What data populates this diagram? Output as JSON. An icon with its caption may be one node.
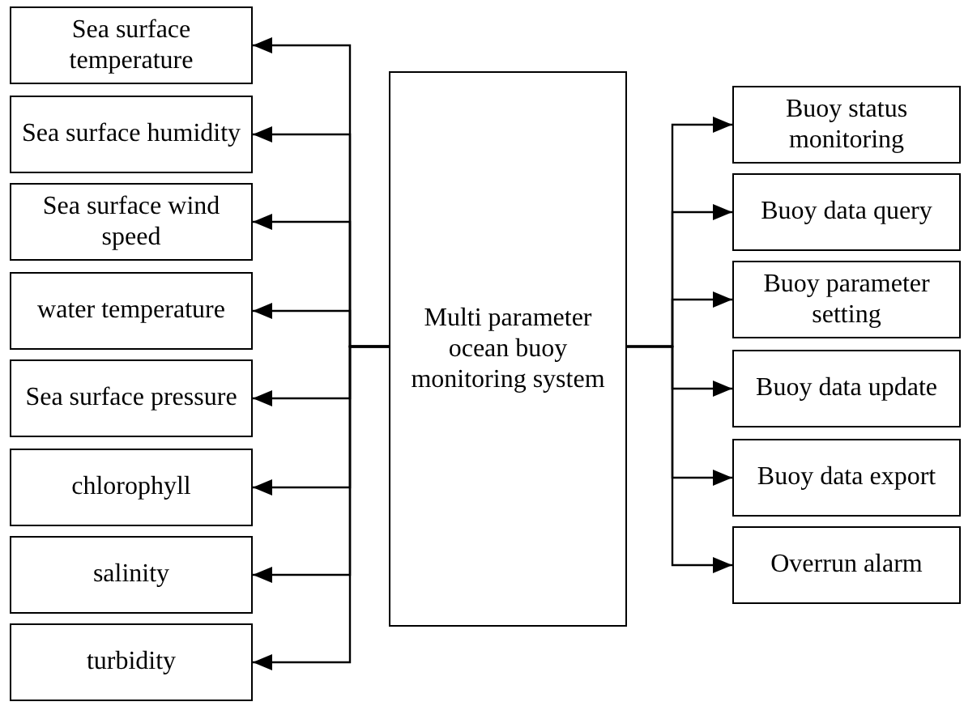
{
  "diagram": {
    "nodes": [
      {
        "text": [
          "Sea surface temperature"
        ]
      },
      {
        "text": [
          "Sea surface humidity"
        ]
      },
      {
        "text": [
          "Sea surface wind speed"
        ]
      },
      {
        "text": [
          "water temperature"
        ]
      },
      {
        "text": [
          "Sea surface pressure"
        ]
      },
      {
        "text": [
          "chlorophyll"
        ]
      },
      {
        "text": [
          "salinity"
        ]
      },
      {
        "text": [
          "turbidity"
        ]
      },
      {
        "text": [
          "Multi parameter ocean buoy monitoring system"
        ]
      },
      {
        "text": [
          "Buoy status monitoring"
        ]
      },
      {
        "text": [
          "Buoy data query"
        ]
      },
      {
        "text": [
          "Buoy parameter setting"
        ]
      },
      {
        "text": [
          "Buoy data update"
        ]
      },
      {
        "text": [
          "Buoy data export"
        ]
      },
      {
        "text": [
          "Overrun alarm"
        ]
      }
    ],
    "edges": [
      {
        "from": 8,
        "to": 0,
        "arrow": "to"
      },
      {
        "from": 8,
        "to": 1,
        "arrow": "to"
      },
      {
        "from": 8,
        "to": 2,
        "arrow": "to"
      },
      {
        "from": 8,
        "to": 3,
        "arrow": "to"
      },
      {
        "from": 8,
        "to": 4,
        "arrow": "to"
      },
      {
        "from": 8,
        "to": 5,
        "arrow": "to"
      },
      {
        "from": 8,
        "to": 6,
        "arrow": "to"
      },
      {
        "from": 8,
        "to": 7,
        "arrow": "to"
      },
      {
        "from": 8,
        "to": 9,
        "arrow": "to"
      },
      {
        "from": 8,
        "to": 10,
        "arrow": "to"
      },
      {
        "from": 8,
        "to": 11,
        "arrow": "to"
      },
      {
        "from": 8,
        "to": 12,
        "arrow": "to"
      },
      {
        "from": 8,
        "to": 13,
        "arrow": "to"
      },
      {
        "from": 8,
        "to": 14,
        "arrow": "to"
      }
    ]
  }
}
